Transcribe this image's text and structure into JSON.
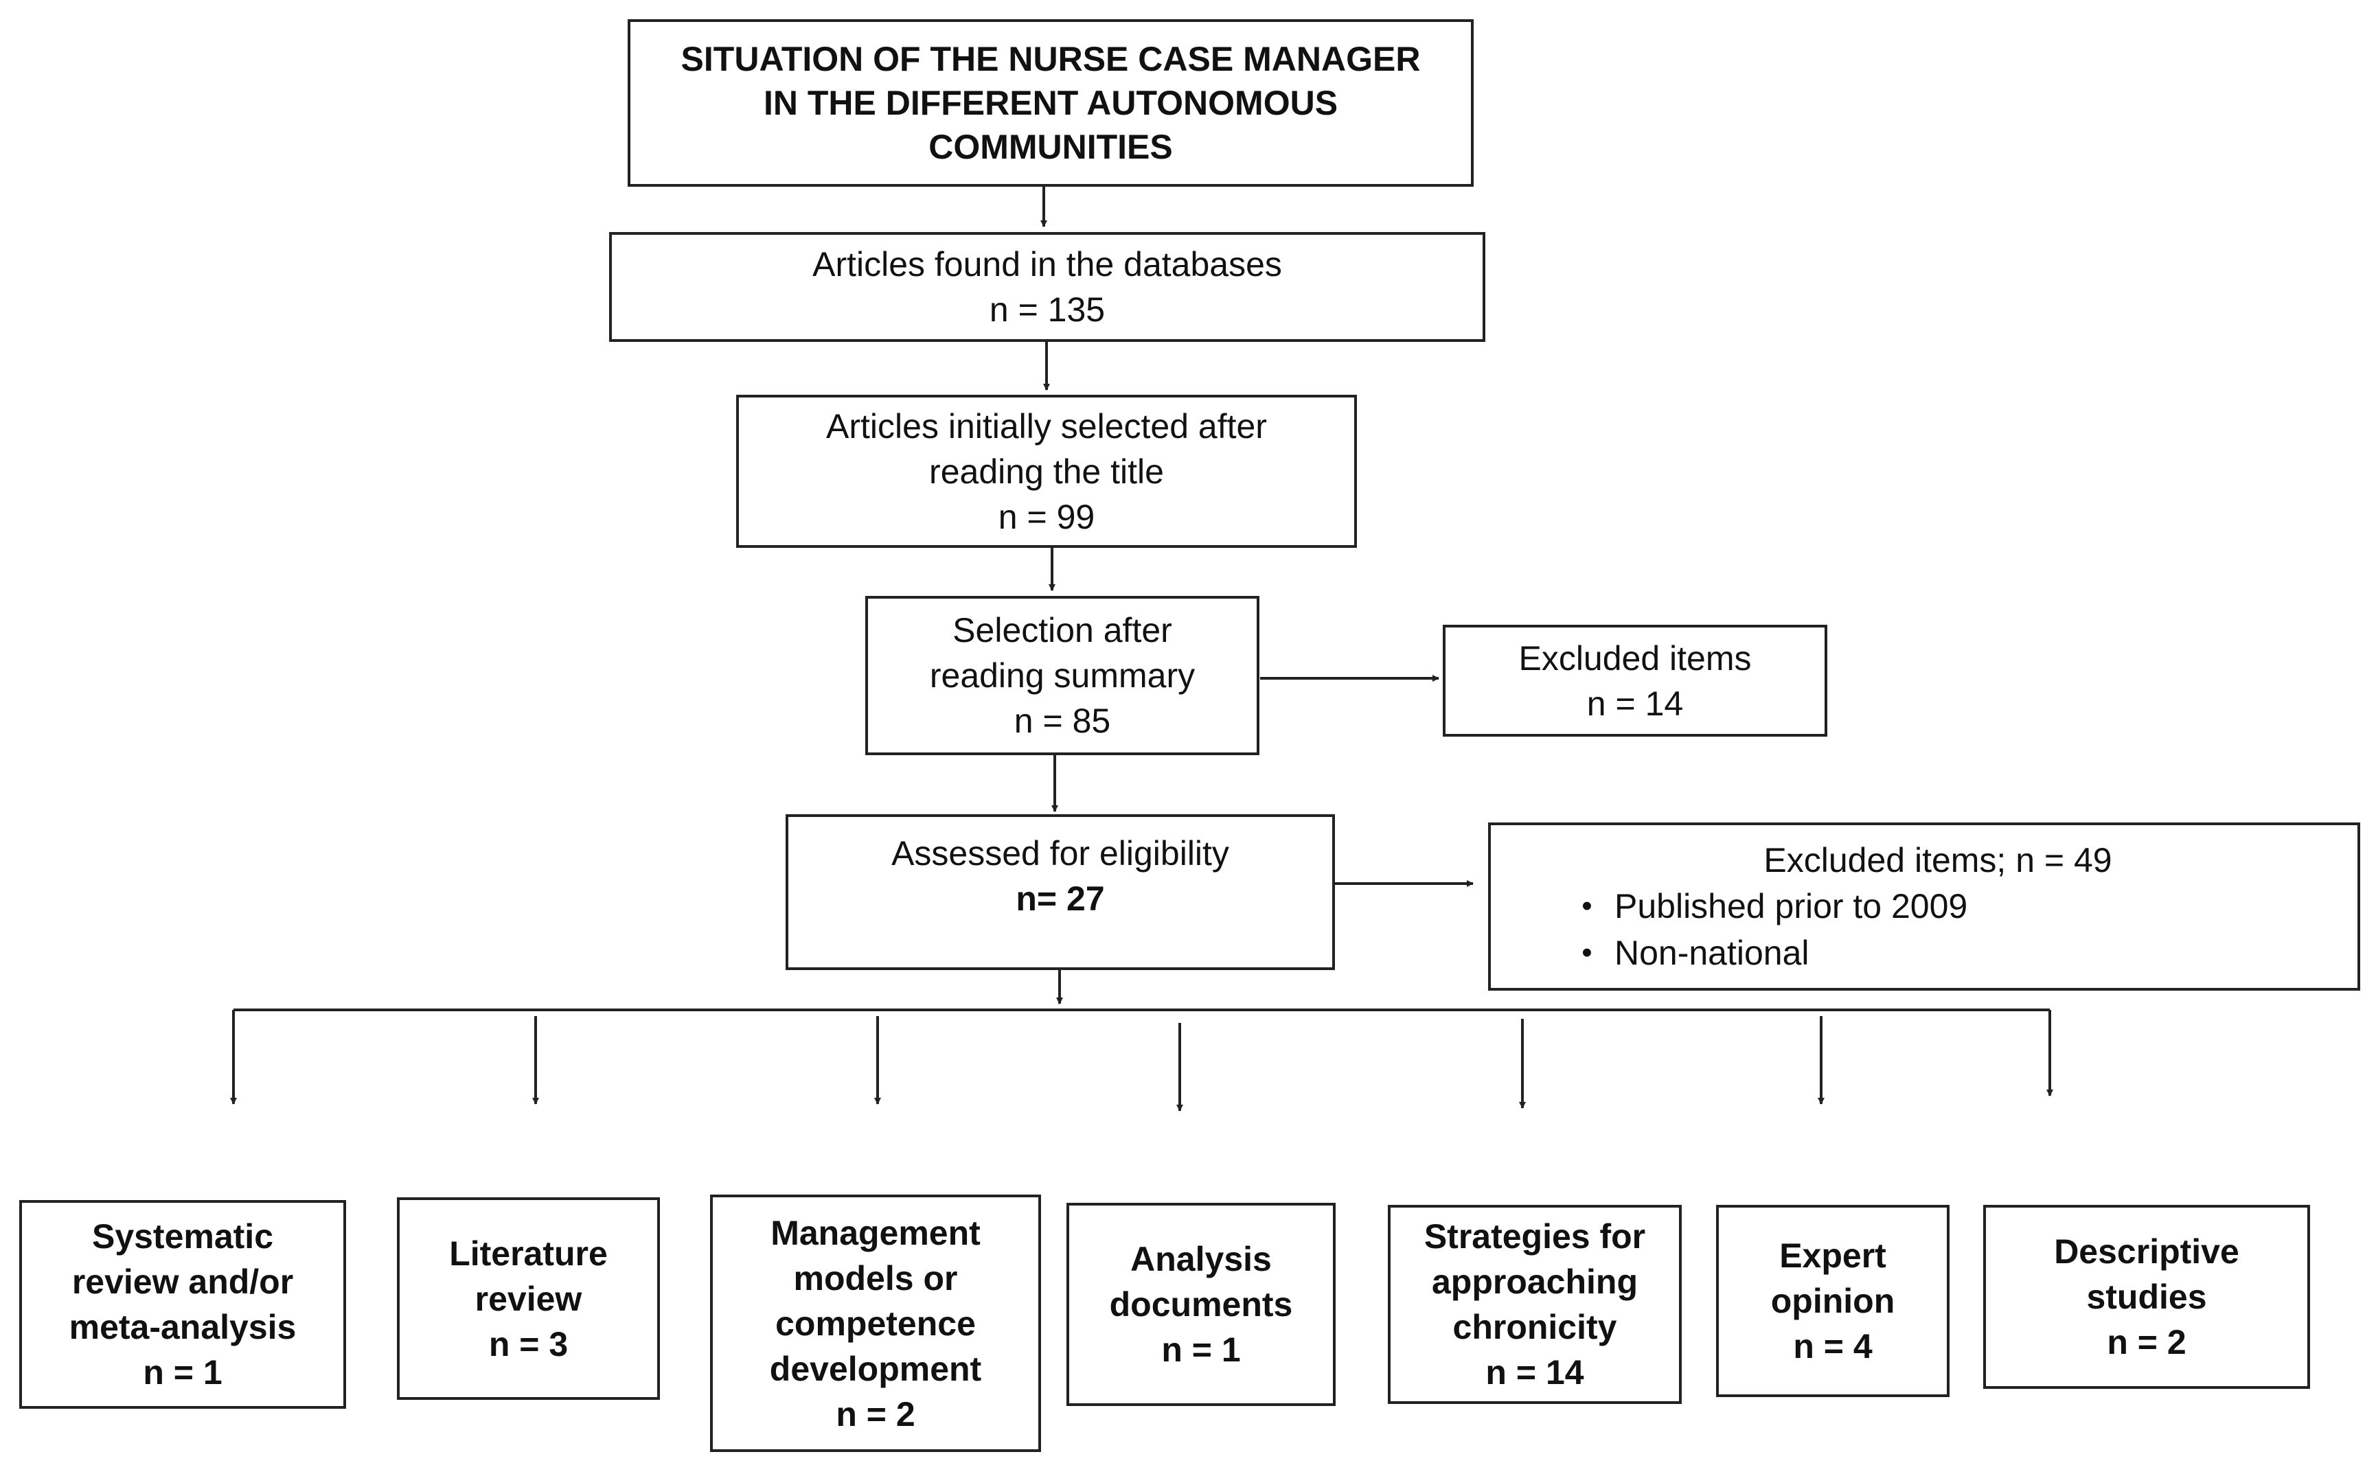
{
  "boxes": {
    "title": {
      "line1": "SITUATION OF THE NURSE CASE MANAGER",
      "line2": "IN THE DIFFERENT AUTONOMOUS",
      "line3": "COMMUNITIES"
    },
    "found": {
      "line1": "Articles found in the databases",
      "count": "n = 135"
    },
    "initial": {
      "line1": "Articles initially selected after",
      "line2": "reading the title",
      "count": "n = 99"
    },
    "summary": {
      "line1": "Selection after",
      "line2": "reading summary",
      "count": "n = 85"
    },
    "excluded1": {
      "line1": "Excluded items",
      "count": "n = 14"
    },
    "eligibility": {
      "line1": "Assessed for eligibility",
      "count": "n= 27"
    },
    "excluded2": {
      "line1": "Excluded items; n = 49",
      "bullets": [
        "Published prior to 2009",
        "Non-national"
      ]
    }
  },
  "categories": [
    {
      "lines": [
        "Systematic",
        "review and/or",
        "meta-analysis"
      ],
      "count": "n = 1"
    },
    {
      "lines": [
        "Literature",
        "review"
      ],
      "count": "n = 3"
    },
    {
      "lines": [
        "Management",
        "models or",
        "competence",
        "development"
      ],
      "count": "n = 2"
    },
    {
      "lines": [
        "Analysis",
        "documents"
      ],
      "count": "n = 1"
    },
    {
      "lines": [
        "Strategies for",
        "approaching",
        "chronicity"
      ],
      "count": "n = 14"
    },
    {
      "lines": [
        "Expert",
        "opinion"
      ],
      "count": "n = 4"
    },
    {
      "lines": [
        "Descriptive",
        "studies"
      ],
      "count": "n = 2"
    }
  ],
  "bullet_symbol": "•"
}
